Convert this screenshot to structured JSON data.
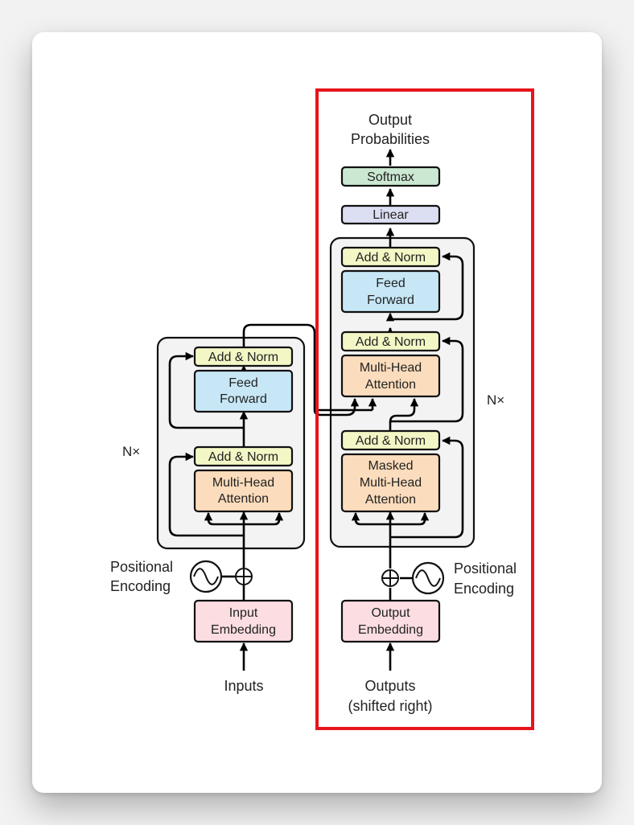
{
  "encoder": {
    "repeat": "N×",
    "add_norm_top": "Add & Norm",
    "ff_line1": "Feed",
    "ff_line2": "Forward",
    "add_norm_bottom": "Add & Norm",
    "mha_line1": "Multi-Head",
    "mha_line2": "Attention",
    "pos_line1": "Positional",
    "pos_line2": "Encoding",
    "emb_line1": "Input",
    "emb_line2": "Embedding",
    "input_label": "Inputs"
  },
  "decoder": {
    "output_line1": "Output",
    "output_line2": "Probabilities",
    "softmax": "Softmax",
    "linear": "Linear",
    "repeat": "N×",
    "add_norm_1": "Add & Norm",
    "ff_line1": "Feed",
    "ff_line2": "Forward",
    "add_norm_2": "Add & Norm",
    "mha_line1": "Multi-Head",
    "mha_line2": "Attention",
    "add_norm_3": "Add & Norm",
    "masked_line1": "Masked",
    "masked_line2": "Multi-Head",
    "masked_line3": "Attention",
    "pos_line1": "Positional",
    "pos_line2": "Encoding",
    "emb_line1": "Output",
    "emb_line2": "Embedding",
    "input_line1": "Outputs",
    "input_line2": "(shifted right)"
  },
  "colors": {
    "add_norm": "#f3f7c5",
    "feed_forward": "#c7e7f6",
    "attention": "#fbdcbc",
    "embedding": "#fbdde2",
    "softmax": "#cbe8d2",
    "linear": "#dcdff2",
    "stack_bg": "#f3f3f3",
    "highlight": "#e8141b"
  }
}
